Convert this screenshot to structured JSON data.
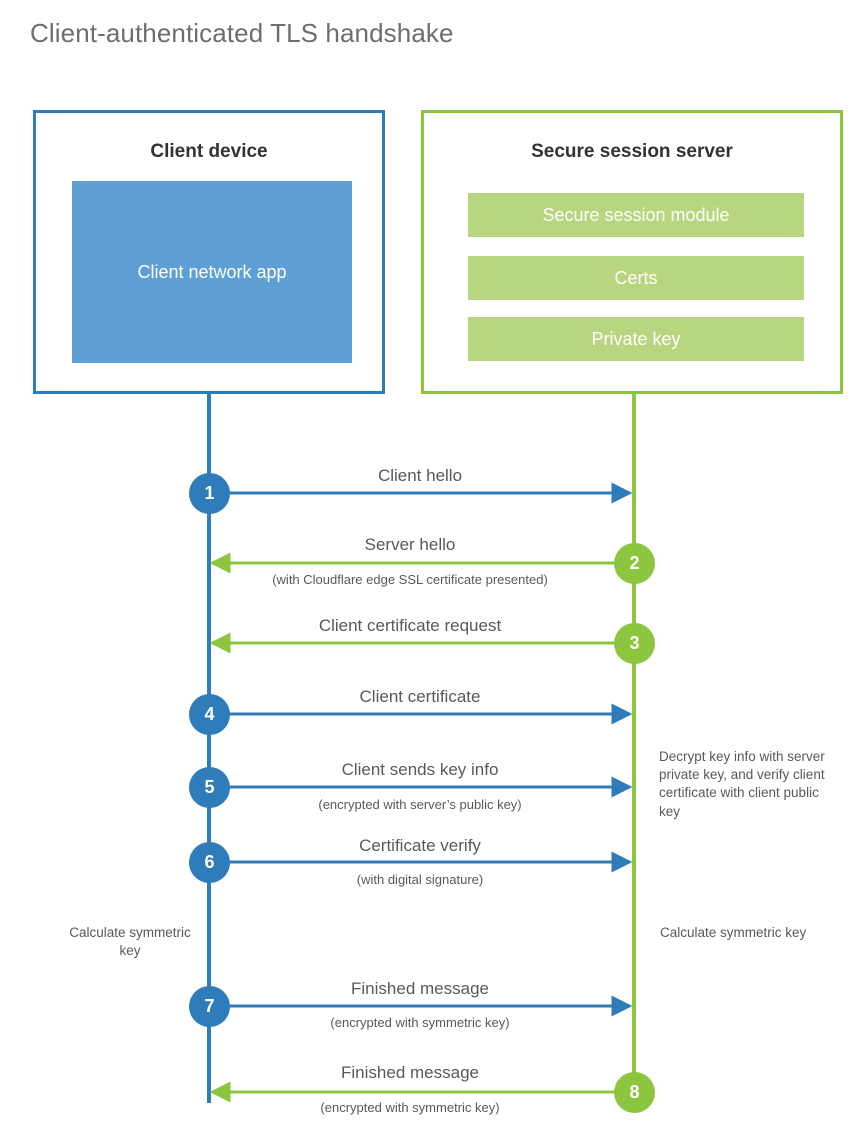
{
  "title": "Client-authenticated TLS handshake",
  "colors": {
    "blue": "#2e7cba",
    "blue_fill": "#5e9fd6",
    "green": "#8cc63e",
    "green_fill": "#b7d67f",
    "text": "#58595b",
    "title": "#6d6e71"
  },
  "client": {
    "title": "Client device",
    "app_label": "Client network app"
  },
  "server": {
    "title": "Secure session server",
    "blocks": [
      {
        "label": "Secure session module"
      },
      {
        "label": "Certs"
      },
      {
        "label": "Private key"
      }
    ]
  },
  "steps": [
    {
      "number": "1",
      "label": "Client hello",
      "sub": "",
      "direction": "right",
      "actor": "client"
    },
    {
      "number": "2",
      "label": "Server hello",
      "sub": "(with Cloudflare edge SSL certificate presented)",
      "direction": "left",
      "actor": "server"
    },
    {
      "number": "3",
      "label": "Client certificate request",
      "sub": "",
      "direction": "left",
      "actor": "server"
    },
    {
      "number": "4",
      "label": "Client certificate",
      "sub": "",
      "direction": "right",
      "actor": "client"
    },
    {
      "number": "5",
      "label": "Client sends key info",
      "sub": "(encrypted with server’s public key)",
      "direction": "right",
      "actor": "client"
    },
    {
      "number": "6",
      "label": "Certificate verify",
      "sub": "(with digital signature)",
      "direction": "right",
      "actor": "client"
    },
    {
      "number": "7",
      "label": "Finished message",
      "sub": "(encrypted with symmetric key)",
      "direction": "right",
      "actor": "client"
    },
    {
      "number": "8",
      "label": "Finished message",
      "sub": "(encrypted with symmetric key)",
      "direction": "left",
      "actor": "server"
    }
  ],
  "notes": {
    "decrypt": "Decrypt key info with server private key, and verify client certificate with client public key",
    "client_symmetric": "Calculate symmetric key",
    "server_symmetric": "Calculate symmetric key"
  }
}
